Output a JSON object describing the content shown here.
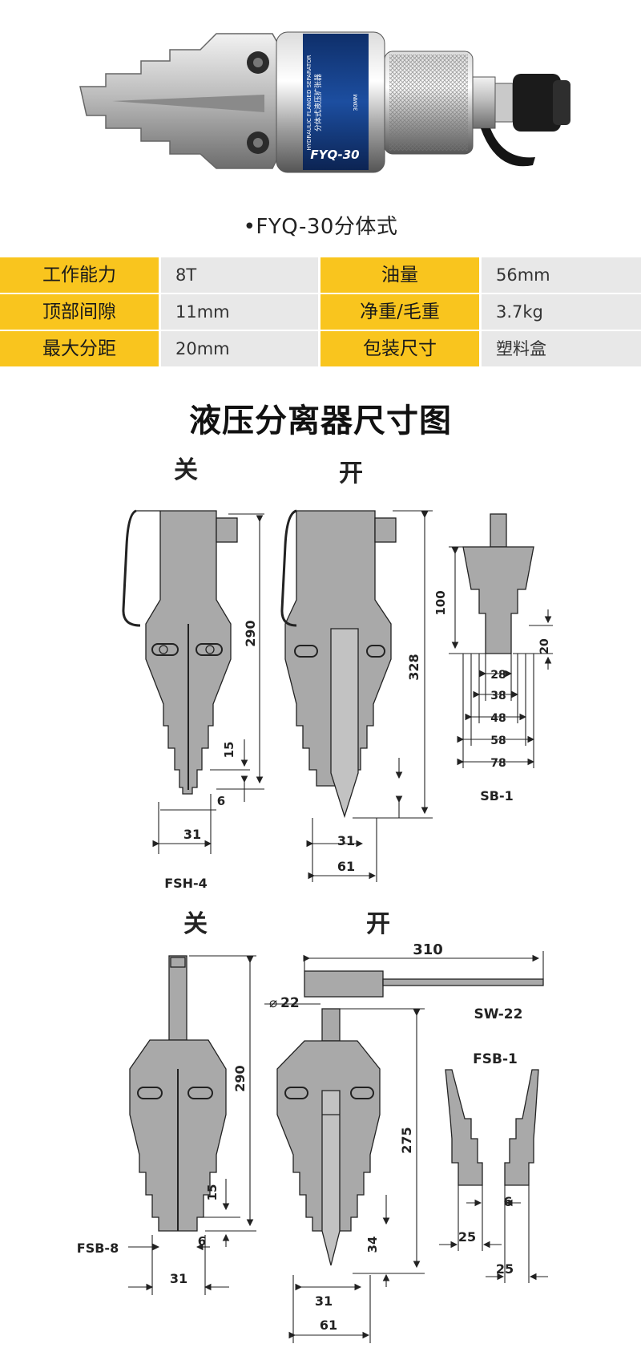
{
  "product": {
    "body_label": "FYQ-30",
    "body_text_1": "HYDRAULIC FLANGED SEPARATOR",
    "body_text_2": "分体式液压扩张器",
    "body_text_3": "30MM",
    "caption": "•FYQ-30分体式"
  },
  "specs": [
    {
      "label": "工作能力",
      "value": "8T",
      "label2": "油量",
      "value2": "56mm"
    },
    {
      "label": "顶部间隙",
      "value": "11mm",
      "label2": "净重/毛重",
      "value2": "3.7kg"
    },
    {
      "label": "最大分距",
      "value": "20mm",
      "label2": "包装尺寸",
      "value2": "塑料盒"
    }
  ],
  "colors": {
    "label_bg": "#f9c51e",
    "value_bg": "#e8e8e8",
    "drawing_gray": "#a9a9a9"
  },
  "drawing": {
    "title": "液压分离器尺寸图",
    "closed_label": "关",
    "open_label": "开",
    "fsh4": {
      "name": "FSH-4",
      "h_closed": "290",
      "tip1": "15",
      "tip2": "6",
      "width": "31",
      "h_open": "328",
      "open_w1": "31",
      "open_w2": "61"
    },
    "sb1": {
      "name": "SB-1",
      "height": "100",
      "step": "20",
      "widths": [
        "28",
        "38",
        "48",
        "58",
        "78"
      ]
    },
    "fsb8": {
      "name": "FSB-8",
      "h_closed": "290",
      "tip1": "15",
      "tip2": "6",
      "width": "31",
      "diameter": "22",
      "h_open": "275",
      "tip_open": "34",
      "open_w1": "31",
      "open_w2": "61"
    },
    "sw22": {
      "name": "SW-22",
      "length": "310"
    },
    "fsb1": {
      "name": "FSB-1",
      "gap": "6",
      "w1": "25",
      "w2": "25"
    }
  }
}
